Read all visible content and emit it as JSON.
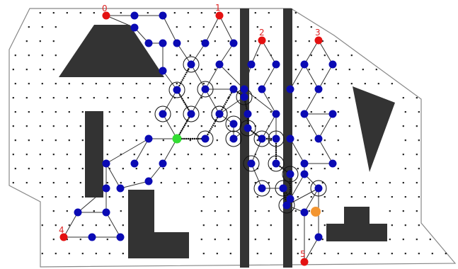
{
  "colors": {
    "background": "#ffffff",
    "boundary": "#888888",
    "obstacle": "#333333",
    "grid_dot": "#222222",
    "node": "#0a0ab4",
    "edge": "#333333",
    "path_edge": "#111111",
    "ring": "#111111",
    "start_node": "#33dd33",
    "goal_node": "#f39530",
    "labeled_node": "#e41111",
    "label_text": "#dd2222"
  },
  "labels": [
    "0",
    "1",
    "2",
    "3",
    "4",
    "5"
  ]
}
